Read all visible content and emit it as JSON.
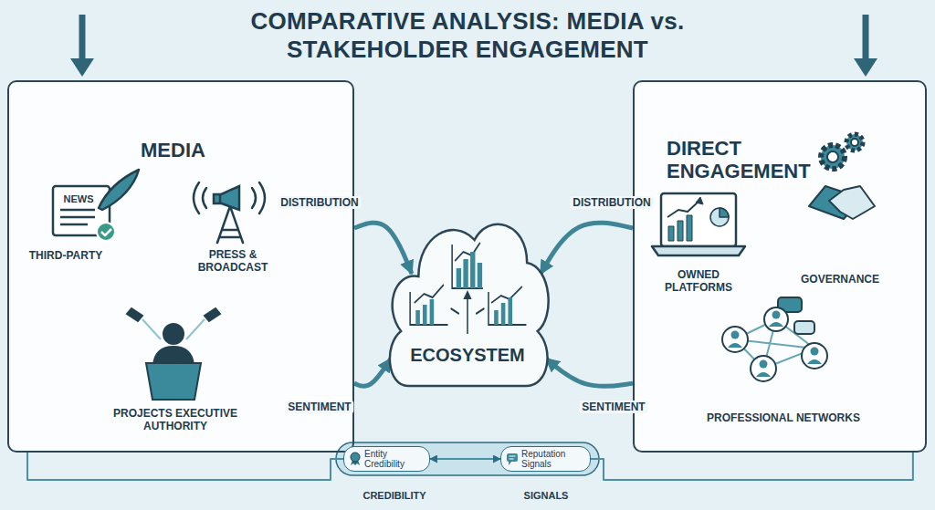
{
  "diagram": {
    "title": "COMPARATIVE ANALYSIS: MEDIA vs. STAKEHOLDER ENGAGEMENT",
    "nodes": [
      {
        "text": [
          "MEDIA"
        ]
      },
      {
        "text": [
          "ECOSYSTEM"
        ]
      },
      {
        "text": [
          "DIRECT ENGAGEMENT"
        ]
      },
      {
        "text": [
          "Entity Credibility"
        ]
      },
      {
        "text": [
          "Reputation Signals"
        ]
      }
    ],
    "edges": [
      {
        "from": 0,
        "to": 1,
        "label": "DISTRIBUTION",
        "arrow": "to"
      },
      {
        "from": 0,
        "to": 1,
        "label": "SENTIMENT",
        "arrow": "to"
      },
      {
        "from": 2,
        "to": 1,
        "label": "DISTRIBUTION",
        "arrow": "to"
      },
      {
        "from": 2,
        "to": 1,
        "label": "SENTIMENT",
        "arrow": "to"
      },
      {
        "from": 3,
        "to": 4,
        "arrow": "both"
      },
      {
        "from": 0,
        "to": 3,
        "arrow": "none"
      },
      {
        "from": 4,
        "to": 2,
        "arrow": "none"
      }
    ],
    "labels": [
      "NEWS",
      "THIRD-PARTY",
      "PRESS & BROADCAST",
      "PROJECTS EXECUTIVE AUTHORITY",
      "OWNED PLATFORMS",
      "GOVERNANCE",
      "PROFESSIONAL NETWORKS",
      "CREDIBILITY",
      "SIGNALS"
    ]
  }
}
